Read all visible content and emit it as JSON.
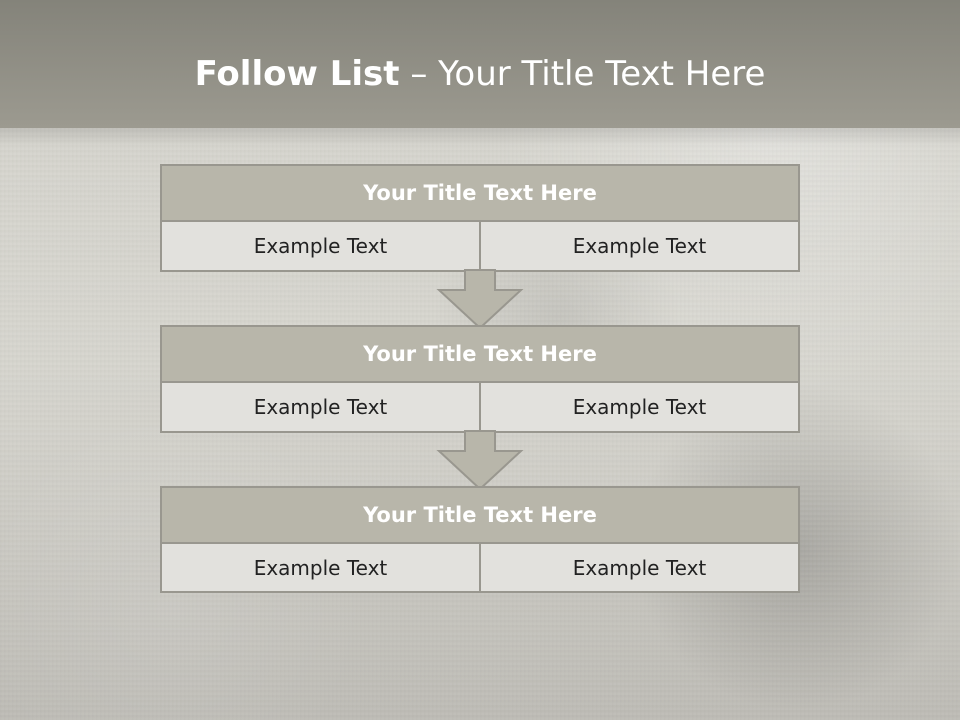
{
  "page": {
    "title_main": "Follow List",
    "title_separator": "–",
    "title_suffix": "Your Title Text Here"
  },
  "flow": {
    "items": [
      {
        "title": "Your Title Text Here",
        "left_text": "Example Text",
        "right_text": "Example Text"
      },
      {
        "title": "Your Title Text Here",
        "left_text": "Example Text",
        "right_text": "Example Text"
      },
      {
        "title": "Your Title Text Here",
        "left_text": "Example Text",
        "right_text": "Example Text"
      }
    ]
  },
  "icons": {
    "flow_arrow": "arrow-down-icon"
  },
  "colors": {
    "top_band": "#8f8d84",
    "box_header": "#b8b6aa",
    "box_body": "#e2e1dd",
    "border": "#99978f",
    "title_text": "#ffffff",
    "body_text": "#222222"
  }
}
